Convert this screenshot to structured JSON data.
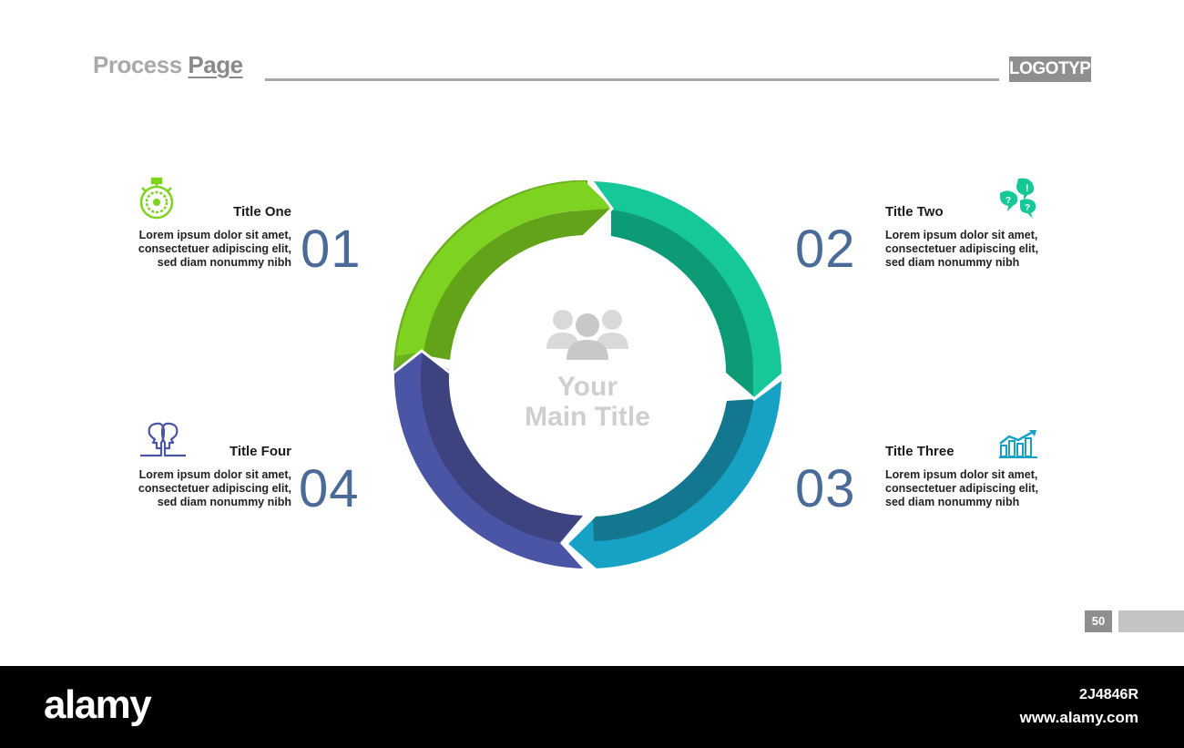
{
  "header": {
    "title_part1": "Process ",
    "title_part2": "Page",
    "logo": "LOGOTYPE"
  },
  "center": {
    "title": "Your Main Title",
    "icon": "people-group-icon"
  },
  "steps": [
    {
      "number": "01",
      "title": "Title One",
      "body": "Lorem ipsum dolor sit amet, consectetuer adipiscing elit, sed diam nonummy nibh",
      "icon": "stopwatch-icon",
      "color": "#7ed321"
    },
    {
      "number": "02",
      "title": "Title Two",
      "body": "Lorem ipsum dolor sit amet, consectetuer adipiscing elit, sed diam nonummy nibh",
      "icon": "speech-bubbles-icon",
      "color": "#16c79a"
    },
    {
      "number": "03",
      "title": "Title Three",
      "body": "Lorem ipsum dolor sit amet, consectetuer adipiscing elit, sed diam nonummy nibh",
      "icon": "bar-chart-growth-icon",
      "color": "#17a1c4"
    },
    {
      "number": "04",
      "title": "Title Four",
      "body": "Lorem ipsum dolor sit amet, consectetuer adipiscing elit, sed diam nonummy nibh",
      "icon": "two-heads-icon",
      "color": "#4b55a6"
    }
  ],
  "page_number": "50",
  "footer": {
    "brand": "alamy",
    "image_code": "2J4846R",
    "url": "www.alamy.com"
  }
}
